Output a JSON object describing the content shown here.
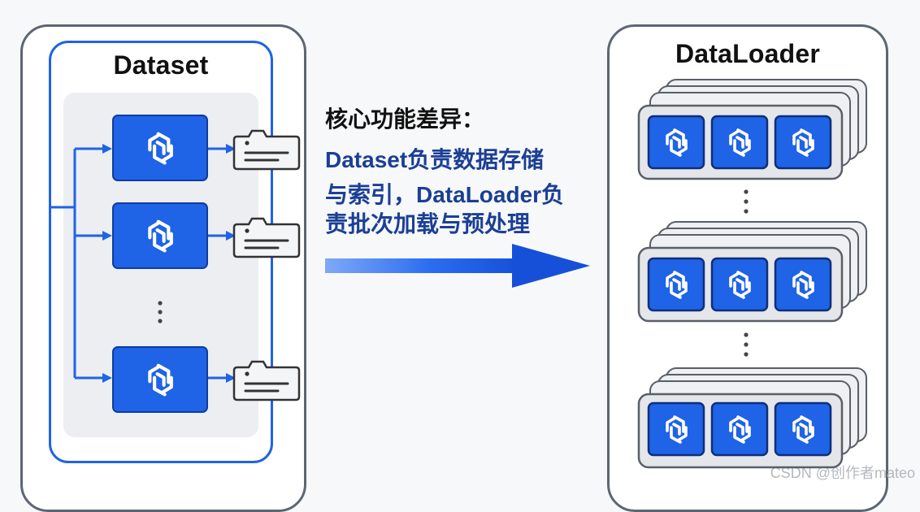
{
  "dataset": {
    "title": "Dataset",
    "samples_visible": 3,
    "ellipsis": "⋮"
  },
  "dataloader": {
    "title": "DataLoader",
    "batches_visible": 3,
    "items_per_batch": 3,
    "ellipsis": "⋮"
  },
  "caption": {
    "heading": "核心功能差异：",
    "lines": [
      "Dataset负责数据存储",
      "与索引，DataLoader负",
      "责批次加载与预处理"
    ]
  },
  "watermark": "CSDN @创作者mateo",
  "colors": {
    "accent_blue": "#1f63e6",
    "border_gray": "#5d6673",
    "text_blue": "#1b3f95"
  },
  "icons": {
    "sample_icon": "hexagon-network-icon",
    "label_icon": "folder-tag-icon",
    "arrow_icon": "right-arrow-icon"
  }
}
